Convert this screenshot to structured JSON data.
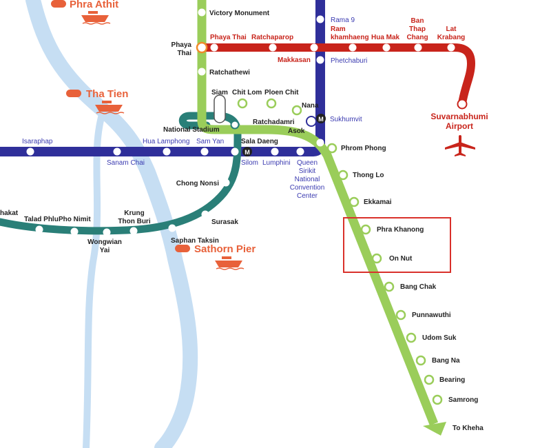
{
  "colors": {
    "sukhumvit_line": "#9acd5a",
    "blue_line": "#2f2f9a",
    "airport_link": "#c8241b",
    "silom_line": "#2a7f78",
    "river": "#c6def3",
    "pier": "#e8613a",
    "highlight": "#d9302a"
  },
  "piers": {
    "phra_athit": "Phra Athit",
    "tha_tien": "Tha Tien",
    "sathorn": "Sathorn  Pier"
  },
  "airport": {
    "line1": "Suvarnabhumi",
    "line2": "Airport"
  },
  "stations": {
    "victory_monument": "Victory Monument",
    "phaya_thai_left_1": "Phaya",
    "phaya_thai_left_2": "Thai",
    "phaya_thai": "Phaya Thai",
    "ratchaparop": "Ratchaparop",
    "rama9": "Rama 9",
    "ram_1": "Ram",
    "ram_2": "khamhaeng",
    "hua_mak": "Hua Mak",
    "ban_1": "Ban",
    "ban_2": "Thap",
    "ban_3": "Chang",
    "lat_1": "Lat",
    "lat_2": "Krabang",
    "makkasan": "Makkasan",
    "phetchaburi": "Phetchaburi",
    "ratchathewi": "Ratchathewi",
    "siam": "Siam",
    "chit_lom": "Chit Lom",
    "ploen_chit": "Ploen Chit",
    "nana": "Nana",
    "sukhumvit": "Sukhumvit",
    "national_stadium": "National Stadium",
    "ratchadamri": "Ratchadamri",
    "asok": "Asok",
    "isaraphap": "Isaraphap",
    "hua_lamphong": "Hua Lamphong",
    "sam_yan": "Sam Yan",
    "sala_daeng": "Sala Daeng",
    "sanam_chai": "Sanam Chai",
    "silom": "Silom",
    "lumphini": "Lumphini",
    "qs_1": "Queen",
    "qs_2": "Sirikit",
    "qs_3": "National",
    "qs_4": "Convention",
    "qs_5": "Center",
    "phrom_phong": "Phrom Phong",
    "thong_lo": "Thong Lo",
    "ekkamai": "Ekkamai",
    "phra_khanong": "Phra Khanong",
    "on_nut": "On Nut",
    "bang_chak": "Bang Chak",
    "punnawuthi": "Punnawuthi",
    "udom_suk": "Udom Suk",
    "bang_na": "Bang Na",
    "bearing": "Bearing",
    "samrong": "Samrong",
    "to_kheha": "To Kheha",
    "chong_nonsi": "Chong Nonsi",
    "surasak": "Surasak",
    "krung_1": "Krung",
    "krung_2": "Thon Buri",
    "saphan_taksin": "Saphan Taksin",
    "chakat": "hakat",
    "talad_phlu": "Talad Phlu",
    "pho_nimit": "Pho Nimit",
    "wongwian_1": "Wongwian",
    "wongwian_2": "Yai"
  },
  "interchange_mark": "M"
}
